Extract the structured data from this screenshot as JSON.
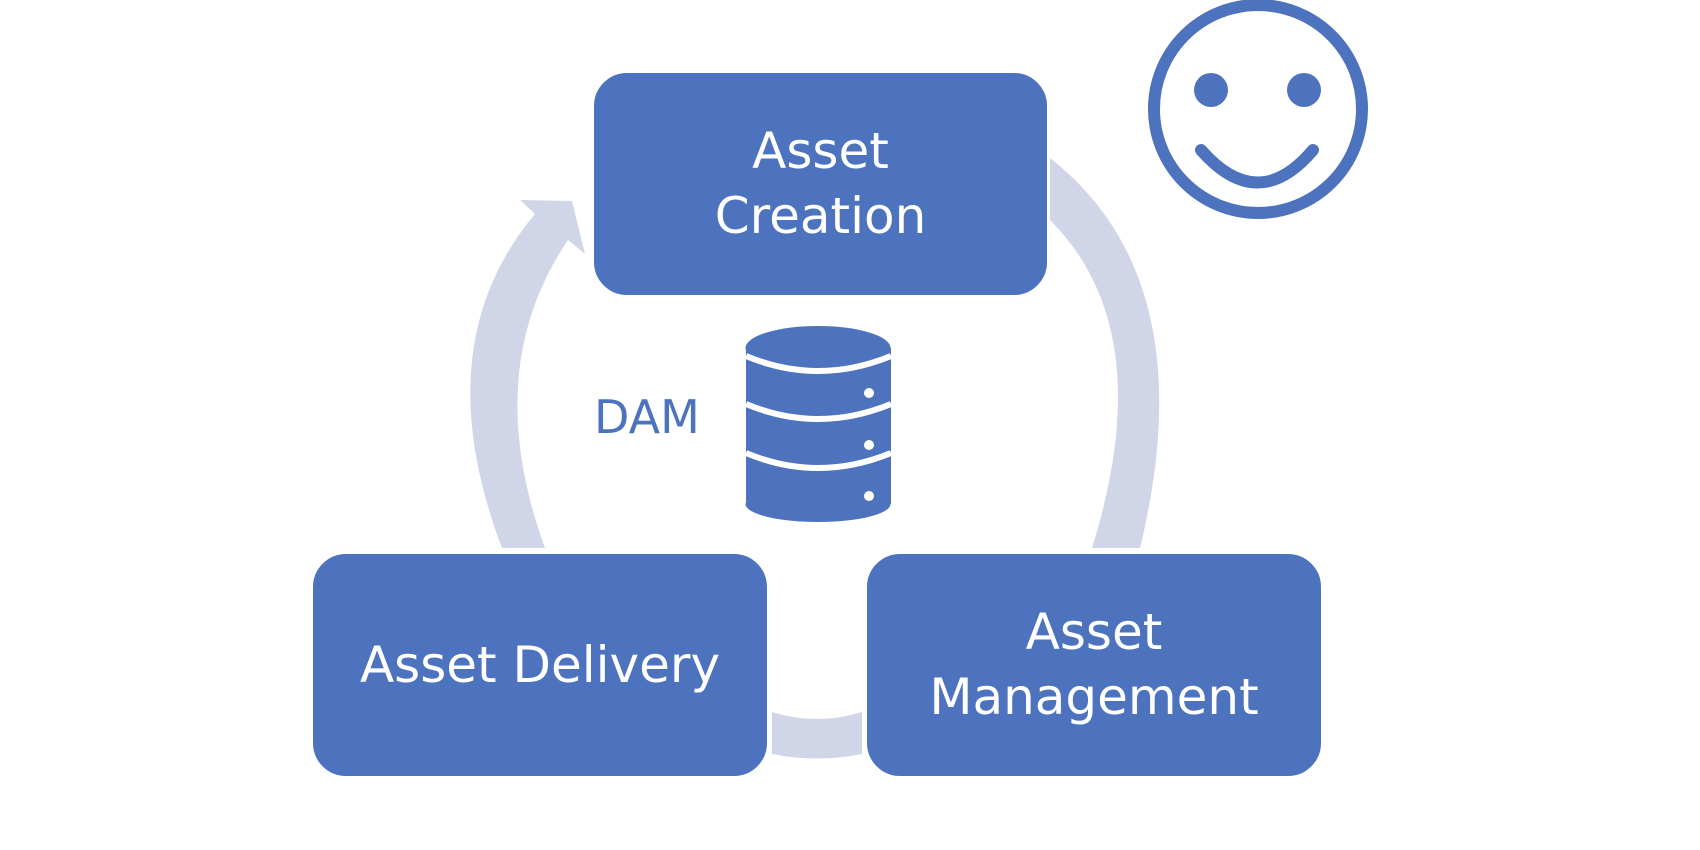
{
  "diagram": {
    "nodes": [
      {
        "id": "creation",
        "label": "Asset\nCreation"
      },
      {
        "id": "management",
        "label": "Asset\nManagement"
      },
      {
        "id": "delivery",
        "label": "Asset Delivery"
      }
    ],
    "center_label": "DAM",
    "flow": [
      "creation",
      "management",
      "delivery",
      "creation"
    ]
  },
  "colors": {
    "box_fill": "#4e73be",
    "box_text": "#ffffff",
    "cycle_arrow": "#d0d5e8",
    "icon": "#4e73be"
  },
  "icons": [
    "database-icon",
    "smiley-face-icon"
  ]
}
